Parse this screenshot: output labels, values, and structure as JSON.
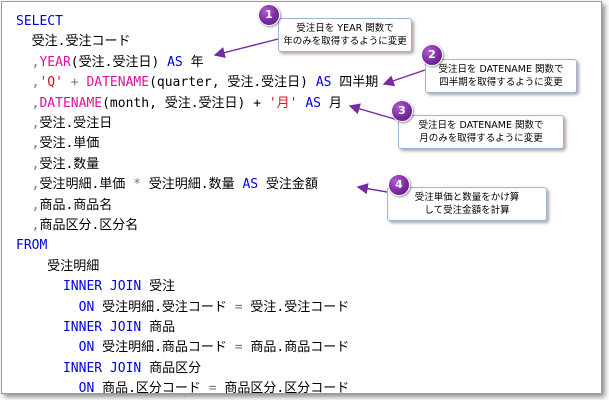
{
  "code_lines": [
    [
      {
        "t": "SELECT",
        "c": "kw"
      }
    ],
    [
      {
        "t": "  受注.受注コード",
        "c": "tx"
      }
    ],
    [
      {
        "t": "  ,",
        "c": "op"
      },
      {
        "t": "YEAR",
        "c": "fn"
      },
      {
        "t": "(受注.受注日) ",
        "c": "tx"
      },
      {
        "t": "AS",
        "c": "kw"
      },
      {
        "t": " 年",
        "c": "tx"
      }
    ],
    [
      {
        "t": "  ,",
        "c": "op"
      },
      {
        "t": "'Q'",
        "c": "str"
      },
      {
        "t": " + ",
        "c": "op"
      },
      {
        "t": "DATENAME",
        "c": "fn"
      },
      {
        "t": "(quarter, 受注.受注日) ",
        "c": "tx"
      },
      {
        "t": "AS",
        "c": "kw"
      },
      {
        "t": " 四半期",
        "c": "tx"
      }
    ],
    [
      {
        "t": "  ,",
        "c": "op"
      },
      {
        "t": "DATENAME",
        "c": "fn"
      },
      {
        "t": "(month, 受注.受注日) + ",
        "c": "tx"
      },
      {
        "t": "'月'",
        "c": "str"
      },
      {
        "t": " ",
        "c": "tx"
      },
      {
        "t": "AS",
        "c": "kw"
      },
      {
        "t": " 月",
        "c": "tx"
      }
    ],
    [
      {
        "t": "  ,",
        "c": "op"
      },
      {
        "t": "受注.受注日",
        "c": "tx"
      }
    ],
    [
      {
        "t": "  ,",
        "c": "op"
      },
      {
        "t": "受注.単価",
        "c": "tx"
      }
    ],
    [
      {
        "t": "  ,",
        "c": "op"
      },
      {
        "t": "受注.数量",
        "c": "tx"
      }
    ],
    [
      {
        "t": "  ,",
        "c": "op"
      },
      {
        "t": "受注明細.単価 ",
        "c": "tx"
      },
      {
        "t": "*",
        "c": "op"
      },
      {
        "t": " 受注明細.数量 ",
        "c": "tx"
      },
      {
        "t": "AS",
        "c": "kw"
      },
      {
        "t": " 受注金額",
        "c": "tx"
      }
    ],
    [
      {
        "t": "  ,",
        "c": "op"
      },
      {
        "t": "商品.商品名",
        "c": "tx"
      }
    ],
    [
      {
        "t": "  ,",
        "c": "op"
      },
      {
        "t": "商品区分.区分名",
        "c": "tx"
      }
    ],
    [
      {
        "t": "FROM",
        "c": "kw"
      }
    ],
    [
      {
        "t": "    受注明細",
        "c": "tx"
      }
    ],
    [
      {
        "t": "      ",
        "c": "tx"
      },
      {
        "t": "INNER JOIN",
        "c": "kw"
      },
      {
        "t": " 受注",
        "c": "tx"
      }
    ],
    [
      {
        "t": "        ",
        "c": "tx"
      },
      {
        "t": "ON",
        "c": "kw"
      },
      {
        "t": " 受注明細.受注コード ",
        "c": "tx"
      },
      {
        "t": "=",
        "c": "op"
      },
      {
        "t": " 受注.受注コード",
        "c": "tx"
      }
    ],
    [
      {
        "t": "      ",
        "c": "tx"
      },
      {
        "t": "INNER JOIN",
        "c": "kw"
      },
      {
        "t": " 商品",
        "c": "tx"
      }
    ],
    [
      {
        "t": "        ",
        "c": "tx"
      },
      {
        "t": "ON",
        "c": "kw"
      },
      {
        "t": " 受注明細.商品コード ",
        "c": "tx"
      },
      {
        "t": "=",
        "c": "op"
      },
      {
        "t": " 商品.商品コード",
        "c": "tx"
      }
    ],
    [
      {
        "t": "      ",
        "c": "tx"
      },
      {
        "t": "INNER JOIN",
        "c": "kw"
      },
      {
        "t": " 商品区分",
        "c": "tx"
      }
    ],
    [
      {
        "t": "        ",
        "c": "tx"
      },
      {
        "t": "ON",
        "c": "kw"
      },
      {
        "t": " 商品.区分コード ",
        "c": "tx"
      },
      {
        "t": "=",
        "c": "op"
      },
      {
        "t": " 商品区分.区分コード",
        "c": "tx"
      }
    ]
  ],
  "callouts": [
    {
      "num": "1",
      "lines": [
        "受注日を YEAR 関数で",
        "年のみを取得するように変更"
      ]
    },
    {
      "num": "2",
      "lines": [
        "受注日を DATENAME 関数で",
        "四半期を取得するように変更"
      ]
    },
    {
      "num": "3",
      "lines": [
        "受注日を DATENAME 関数で",
        "月のみを取得するように変更"
      ]
    },
    {
      "num": "4",
      "lines": [
        "受注単価と数量をかけ算",
        "して受注金額を計算"
      ]
    }
  ],
  "colors": {
    "keyword": "#0000e0",
    "function": "#e0109c",
    "string": "#e0101a",
    "operator": "#777777",
    "badge": "#7a2a9f",
    "arrow": "#7a2a9f"
  }
}
